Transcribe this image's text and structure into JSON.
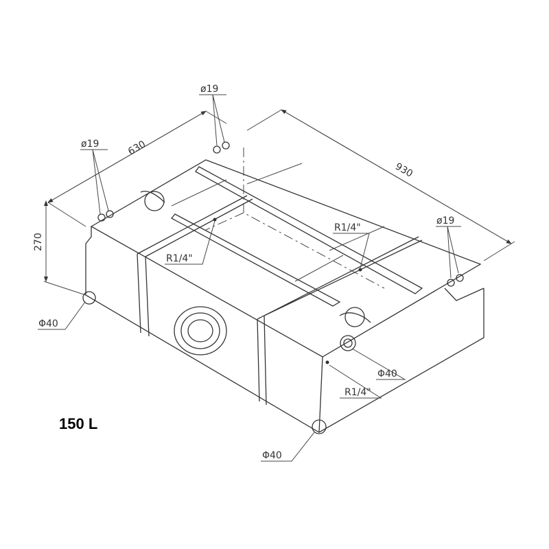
{
  "dimensions": {
    "width": "630",
    "length": "930",
    "height": "270"
  },
  "fittings": {
    "vent_top_left": "ø19",
    "vent_top_mid": "ø19",
    "vent_right": "ø19",
    "thread_top_left": "R1/4\"",
    "thread_top_mid": "R1/4\"",
    "thread_front": "R1/4\"",
    "outlet_left": "Φ40",
    "outlet_right": "Φ40",
    "outlet_bottom": "Φ40"
  },
  "capacity": "150 L"
}
